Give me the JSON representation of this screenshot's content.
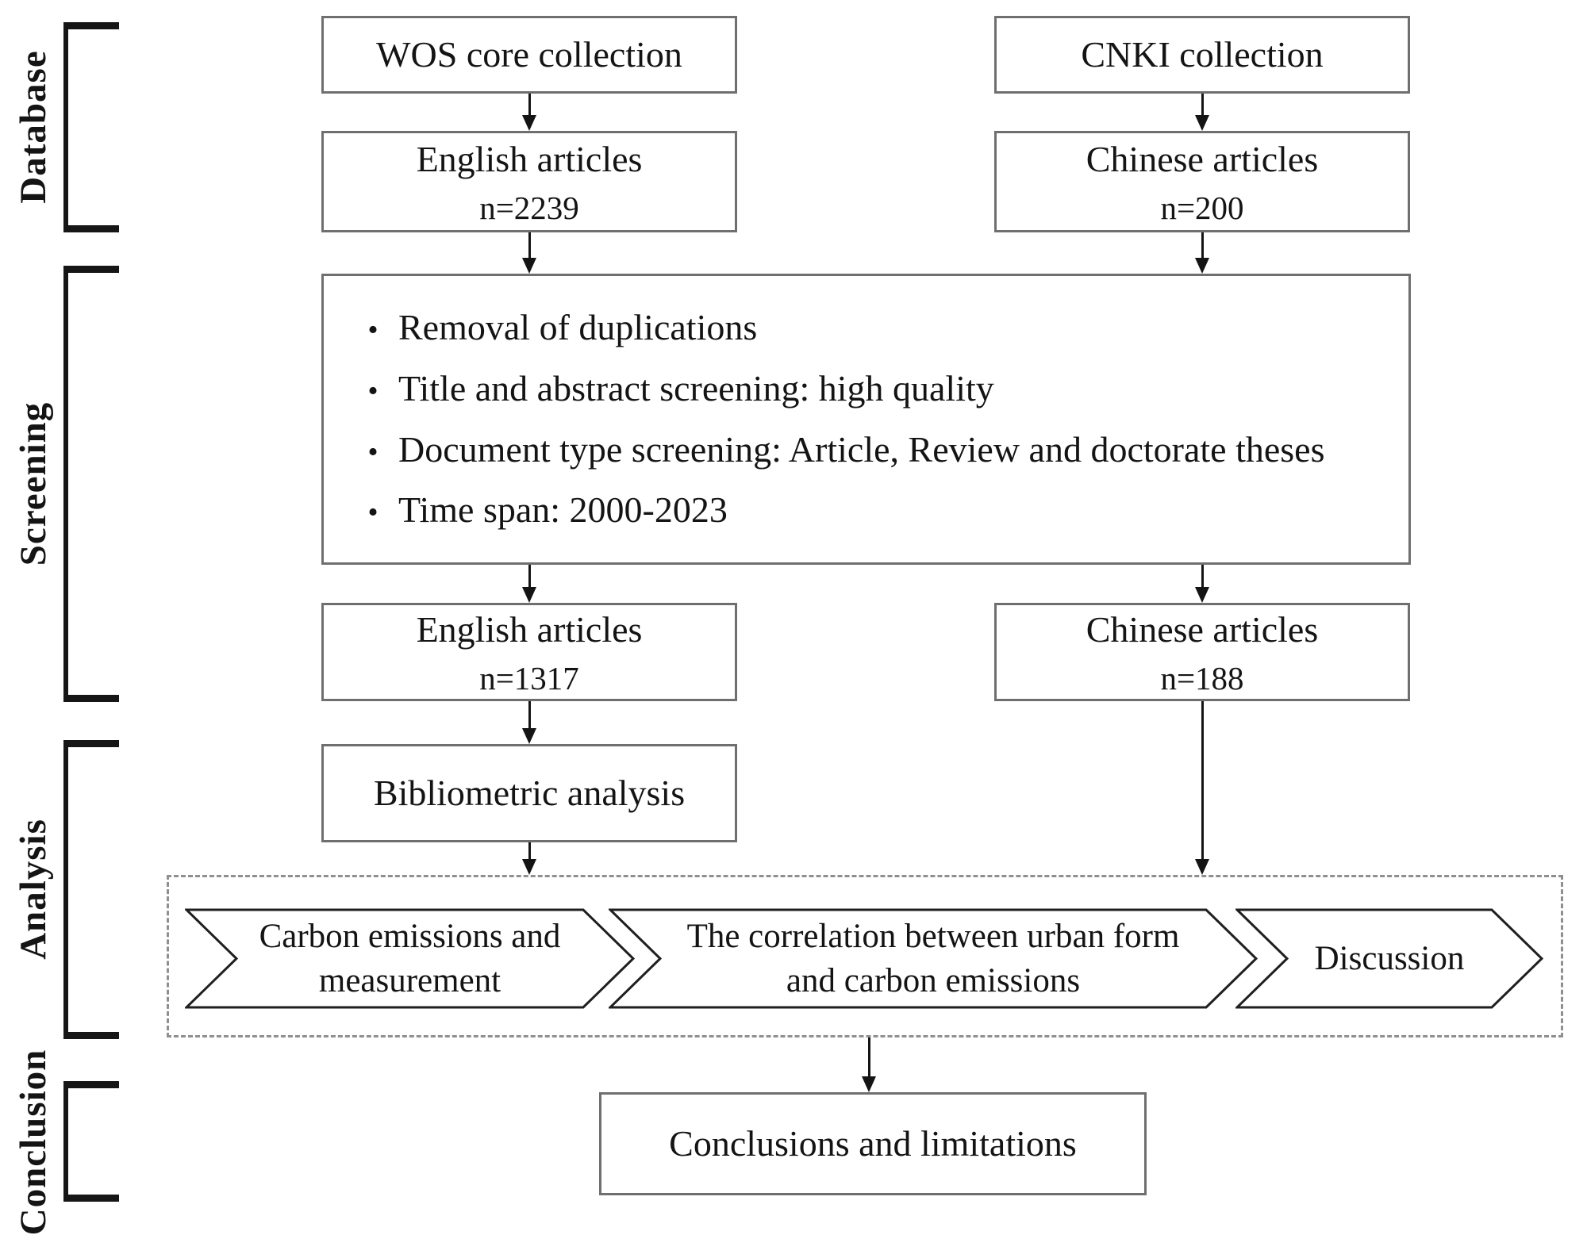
{
  "sections": [
    {
      "label": "Database"
    },
    {
      "label": "Screening"
    },
    {
      "label": "Analysis"
    },
    {
      "label": "Conclusion"
    }
  ],
  "database_stage": {
    "wos_source": "WOS core collection",
    "cnki_source": "CNKI collection",
    "english_initial": {
      "title": "English articles",
      "count": "n=2239"
    },
    "chinese_initial": {
      "title": "Chinese articles",
      "count": "n=200"
    }
  },
  "screening_stage": {
    "bullet_char": "•",
    "criteria": [
      "Removal of duplications",
      "Title and abstract screening: high quality",
      "Document type screening: Article, Review and doctorate theses",
      "Time span: 2000-2023"
    ],
    "english_screened": {
      "title": "English articles",
      "count": "n=1317"
    },
    "chinese_screened": {
      "title": "Chinese articles",
      "count": "n=188"
    }
  },
  "analysis_stage": {
    "bibliometric": "Bibliometric analysis",
    "themes": [
      "Carbon emissions and measurement",
      "The correlation between urban form and carbon emissions",
      "Discussion"
    ]
  },
  "conclusion_stage": {
    "final_box": "Conclusions and limitations"
  },
  "colors": {
    "box_border": "#6f6f6f",
    "chevron_border": "#1f1f1f",
    "dashed_border": "#8f8f8f",
    "text": "#141414",
    "background": "#ffffff"
  }
}
